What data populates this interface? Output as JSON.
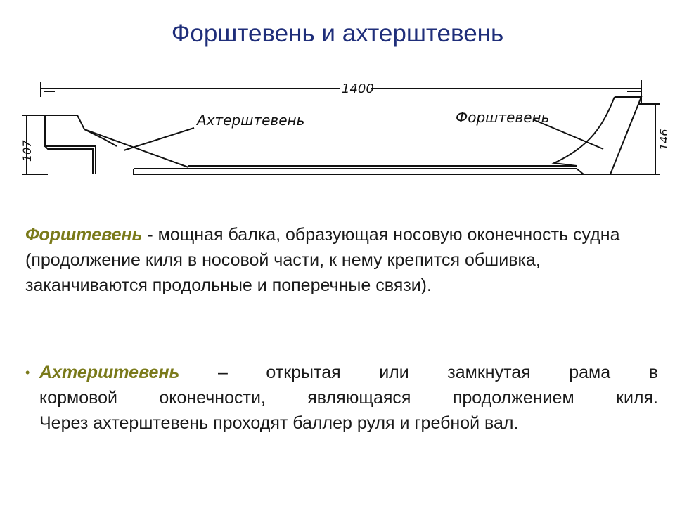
{
  "slide": {
    "title": "Форштевень и ахтерштевень"
  },
  "drawing": {
    "label_aft": "Ахтерштевень",
    "label_fore": "Форштевень",
    "dim_length": "1400",
    "dim_aft_height": "107",
    "dim_fore_height": "146"
  },
  "forestem": {
    "term": "Форштевень",
    "dash": " - ",
    "definition": " мощная балка, образующая носовую оконечность судна (продолжение киля в носовой части, к нему крепится обшивка, заканчиваются продольные  и поперечные связи)."
  },
  "sternpost": {
    "bullet": "•",
    "term": "Ахтерштевень",
    "line1_rest": " – открытая или замкнутая рама в",
    "line2": "кормовой оконечности, являющаяся продолжением киля.",
    "line3": "Через ахтерштевень проходят баллер руля и гребной вал."
  },
  "colors": {
    "title": "#1f2e7a",
    "term": "#7a7a1a",
    "text": "#1a1a1a"
  }
}
